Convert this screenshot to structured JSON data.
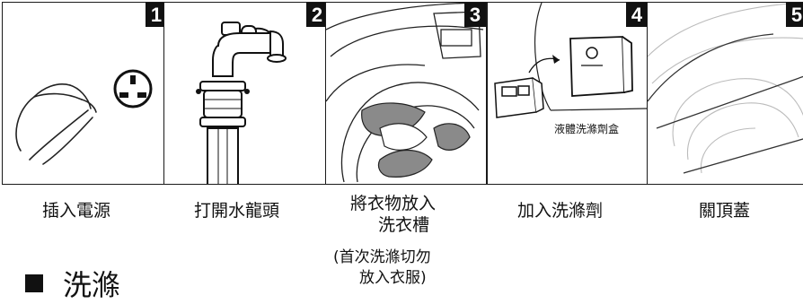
{
  "steps": [
    {
      "number": "1",
      "caption": "插入電源",
      "icon": "plug-in-power-icon"
    },
    {
      "number": "2",
      "caption": "打開水龍頭",
      "icon": "faucet-icon"
    },
    {
      "number": "3",
      "caption_line1": "將衣物放入",
      "caption_line2": "洗衣槽",
      "note_line1": "(首次洗滌切勿",
      "note_line2": "放入衣服)",
      "icon": "washer-drum-clothes-icon"
    },
    {
      "number": "4",
      "caption": "加入洗滌劑",
      "inner_label": "液體洗滌劑盒",
      "icon": "detergent-box-icon"
    },
    {
      "number": "5",
      "caption": "關頂蓋",
      "icon": "close-lid-icon"
    }
  ],
  "section": {
    "title": "洗滌",
    "bullet": "square-bullet-icon"
  }
}
